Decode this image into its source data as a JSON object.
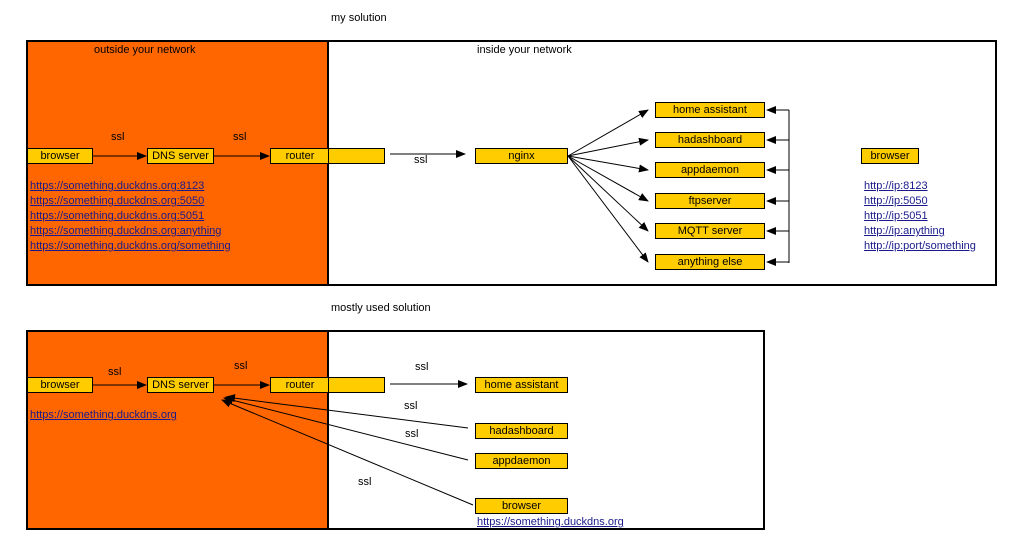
{
  "top": {
    "title": "my solution",
    "outside_label": "outside your network",
    "inside_label": "inside your network",
    "browser": "browser",
    "dns": "DNS server",
    "router": "router",
    "ssl": "ssl",
    "nginx": "nginx",
    "services": [
      "home assistant",
      "hadashboard",
      "appdaemon",
      "ftpserver",
      "MQTT server",
      "anything else"
    ],
    "outside_links": [
      "https://something.duckdns.org:8123",
      "https://something.duckdns.org:5050",
      "https://something.duckdns.org:5051",
      "https://something.duckdns.org:anything",
      "https://something.duckdns.org/something"
    ],
    "local_browser": "browser",
    "local_links": [
      "http://ip:8123",
      "http://ip:5050",
      "http://ip:5051",
      "http://ip:anything",
      "http://ip:port/something"
    ]
  },
  "bottom": {
    "title": "mostly used solution",
    "browser": "browser",
    "dns": "DNS server",
    "router": "router",
    "ssl": "ssl",
    "outside_link": "https://something.duckdns.org",
    "home_assistant": "home assistant",
    "hadashboard": "hadashboard",
    "appdaemon": "appdaemon",
    "inner_browser": "browser",
    "inner_link": "https://something.duckdns.org"
  },
  "colors": {
    "outside": "#ff6600",
    "box": "#ffcc00",
    "link": "#1a1a8c"
  }
}
